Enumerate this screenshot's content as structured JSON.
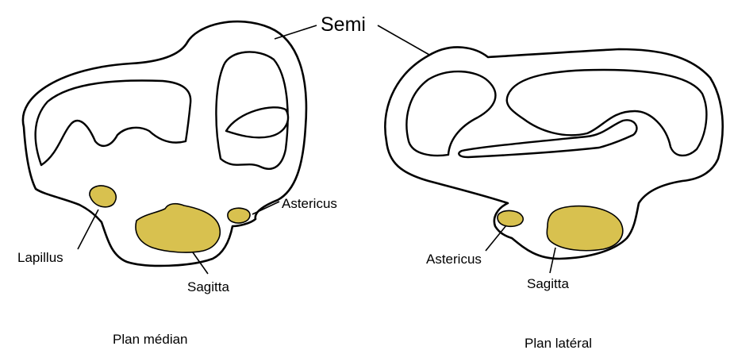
{
  "colors": {
    "otolith_fill": "#D8C14F",
    "line": "#000000",
    "background": "#FFFFFF"
  },
  "labels": {
    "semi": "Semi",
    "left": {
      "lapillus": "Lapillus",
      "sagitta": "Sagitta",
      "astericus": "Astericus",
      "caption": "Plan médian"
    },
    "right": {
      "astericus": "Astericus",
      "sagitta": "Sagitta",
      "caption": "Plan latéral"
    }
  }
}
